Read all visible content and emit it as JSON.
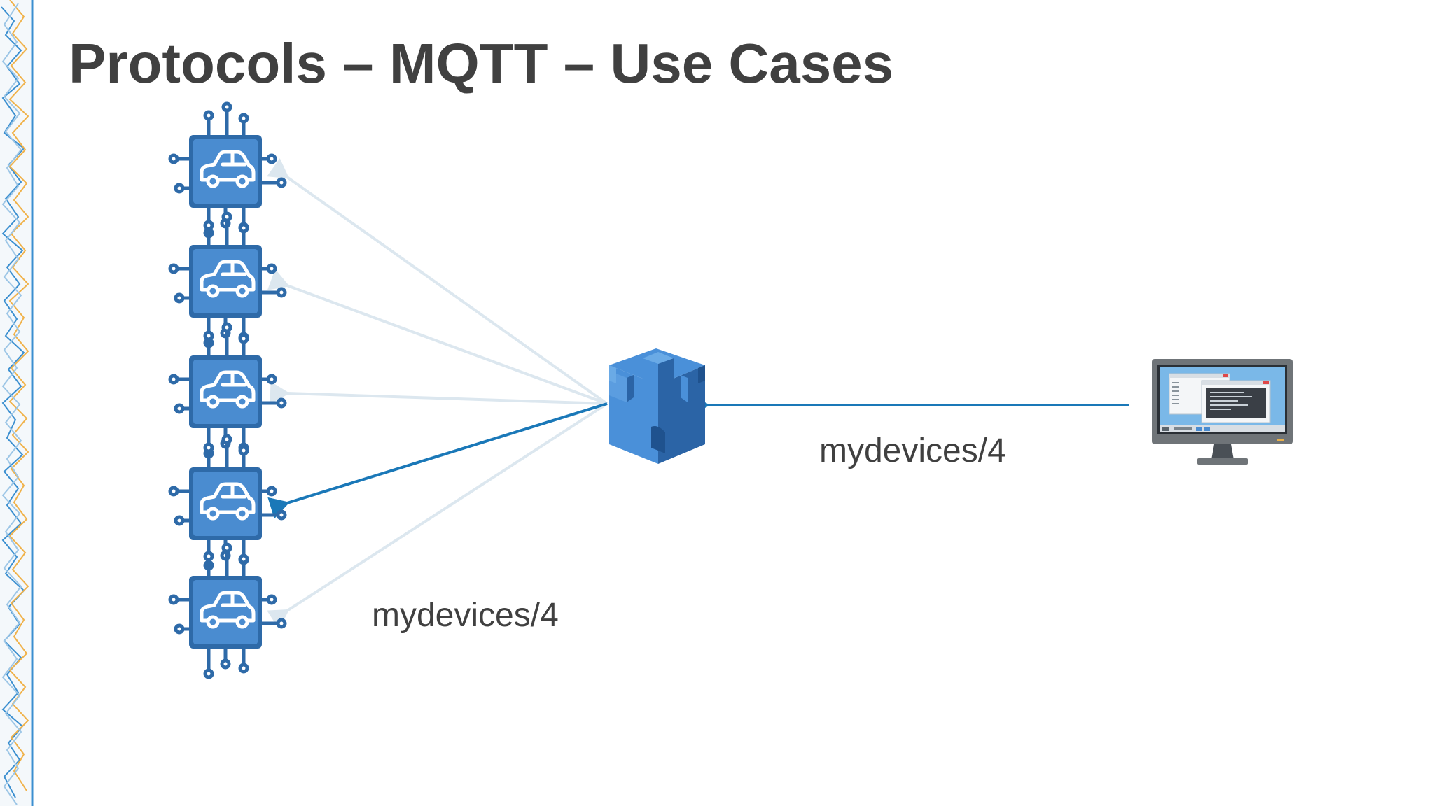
{
  "slide": {
    "title": "Protocols – MQTT – Use Cases"
  },
  "labels": {
    "publish_topic": "mydevices/4",
    "subscribe_topic": "mydevices/4"
  },
  "colors": {
    "title_text": "#404040",
    "label_text": "#404040",
    "active_arrow": "#1a78b8",
    "inactive_arrow": "#dce7ef",
    "device_blue": "#4a8cd0",
    "device_dark": "#2e6aa8",
    "broker_light": "#4a90d9",
    "broker_dark": "#2b64a6",
    "monitor_frame": "#6f7478",
    "screen_blue": "#7ab8e8"
  },
  "nodes": {
    "devices": [
      {
        "icon": "car-chip-icon",
        "active": false
      },
      {
        "icon": "car-chip-icon",
        "active": false
      },
      {
        "icon": "car-chip-icon",
        "active": false
      },
      {
        "icon": "car-chip-icon",
        "active": true
      },
      {
        "icon": "car-chip-icon",
        "active": false
      }
    ],
    "broker": {
      "icon": "iot-broker-castle-icon"
    },
    "client": {
      "icon": "desktop-monitor-icon"
    }
  }
}
